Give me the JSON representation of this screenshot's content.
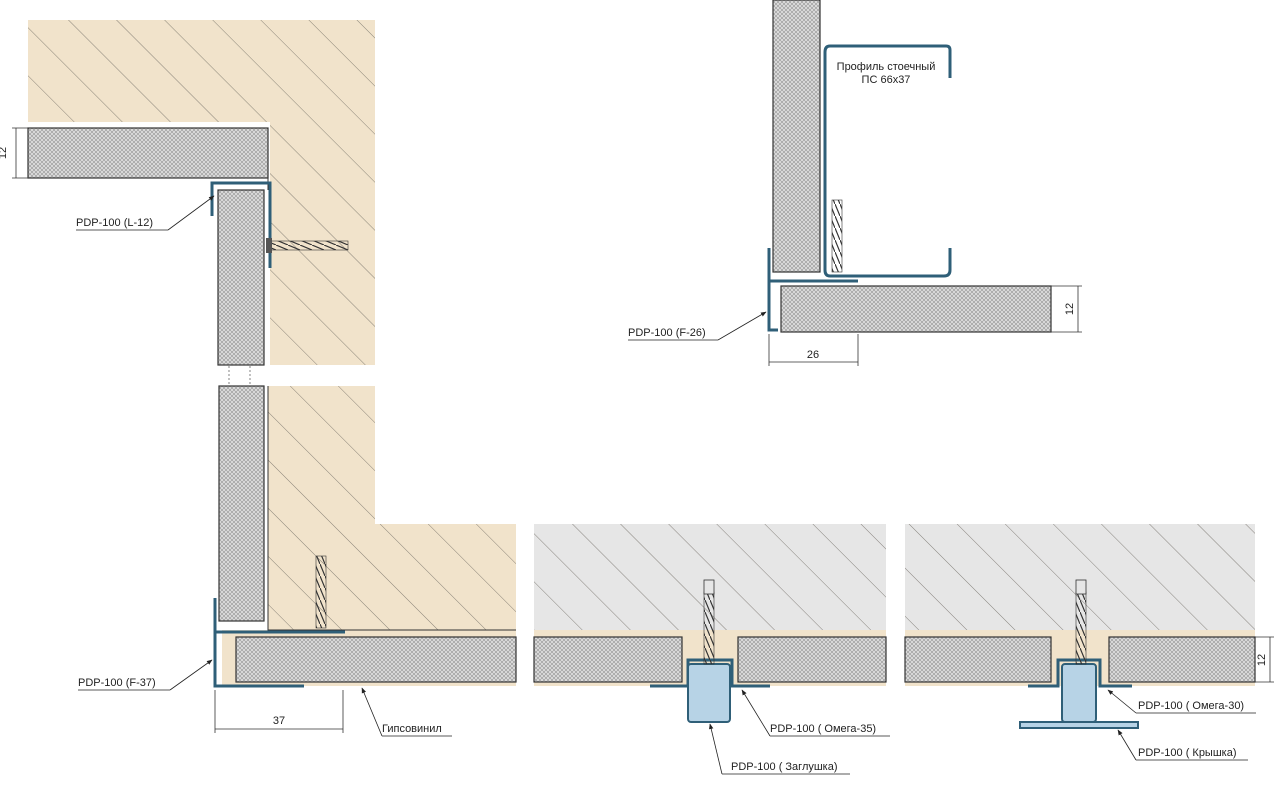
{
  "colors": {
    "wall_fill": "#f1e3cb",
    "concrete_fill": "#e6e6e6",
    "hatch_line": "#6f6a62",
    "board_fill": "#d8d8d8",
    "profile_stroke": "#2f5f78",
    "cap_fill": "#b7d3e6",
    "text": "#222222"
  },
  "labels": {
    "l12": "PDP-100  (L-12)",
    "f26": "PDP-100  (F-26)",
    "f37": "PDP-100  (F-37)",
    "omega35": "PDP-100  ( Омега-35)",
    "omega30": "PDP-100  ( Омега-30)",
    "plug": "PDP-100  ( Заглушка)",
    "cover": "PDP-100  ( Крышка)",
    "gypsum": "Гипсовинил",
    "stud_line1": "Профиль стоечный",
    "stud_line2": "ПС 66х37"
  },
  "dimensions": {
    "thk_top": "12",
    "thk_f26": "12",
    "thk_right": "12",
    "w26": "26",
    "w37": "37"
  },
  "icons": [
    "screw-icon"
  ]
}
